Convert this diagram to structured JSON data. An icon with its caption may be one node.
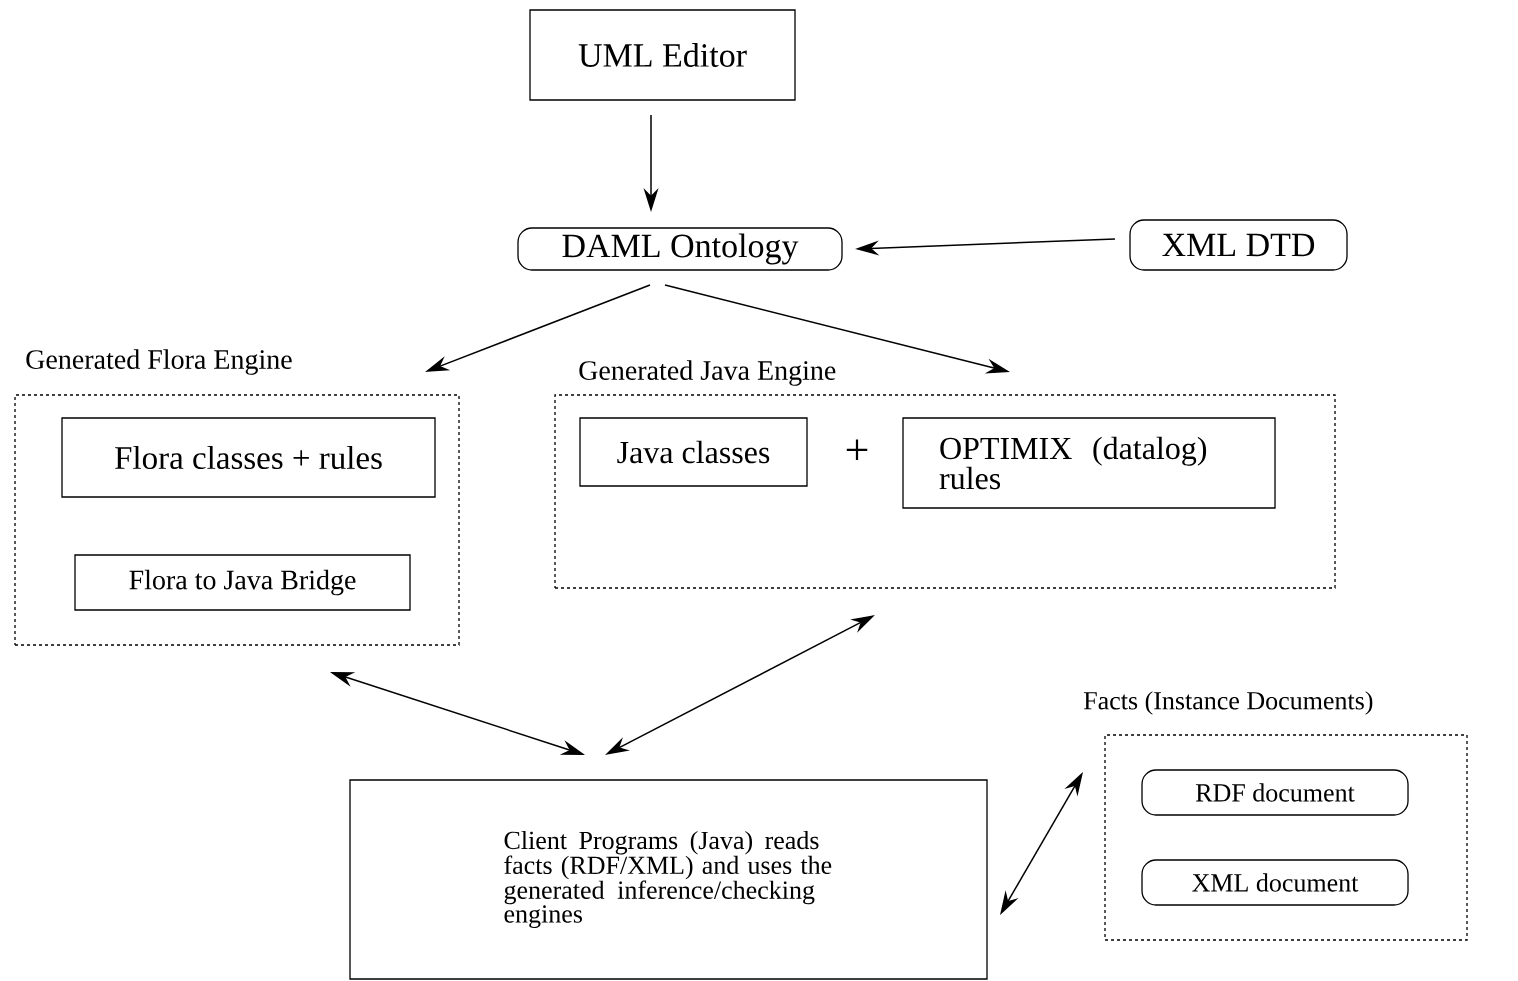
{
  "diagram": {
    "nodes": [
      {
        "text": [
          "UML Editor"
        ]
      },
      {
        "text": [
          "DAML Ontology"
        ]
      },
      {
        "text": [
          "XML DTD"
        ]
      },
      {
        "text": [
          "Generated Flora Engine"
        ]
      },
      {
        "text": [
          "Flora classes + rules"
        ],
        "in": 3
      },
      {
        "text": [
          "Flora to Java Bridge"
        ],
        "in": 3
      },
      {
        "text": [
          "Generated Java Engine"
        ]
      },
      {
        "text": [
          "Java classes"
        ],
        "in": 6
      },
      {
        "text": [
          "OPTIMIX (datalog) rules"
        ],
        "in": 6
      },
      {
        "text": [
          "Client Programs (Java) reads facts (RDF/XML) and uses the generated inference/checking engines"
        ]
      },
      {
        "text": [
          "Facts (Instance Documents)"
        ]
      },
      {
        "text": [
          "RDF document"
        ],
        "in": 10
      },
      {
        "text": [
          "XML document"
        ],
        "in": 10
      }
    ],
    "edges": [
      {
        "from": 0,
        "to": 1,
        "arrow": "to"
      },
      {
        "from": 2,
        "to": 1,
        "arrow": "to"
      },
      {
        "from": 1,
        "to": 3,
        "arrow": "to"
      },
      {
        "from": 1,
        "to": 6,
        "arrow": "to"
      },
      {
        "from": 3,
        "to": 9,
        "arrow": "both"
      },
      {
        "from": 6,
        "to": 9,
        "arrow": "both"
      },
      {
        "from": 9,
        "to": 10,
        "arrow": "both"
      }
    ],
    "labels": [
      "+"
    ]
  }
}
